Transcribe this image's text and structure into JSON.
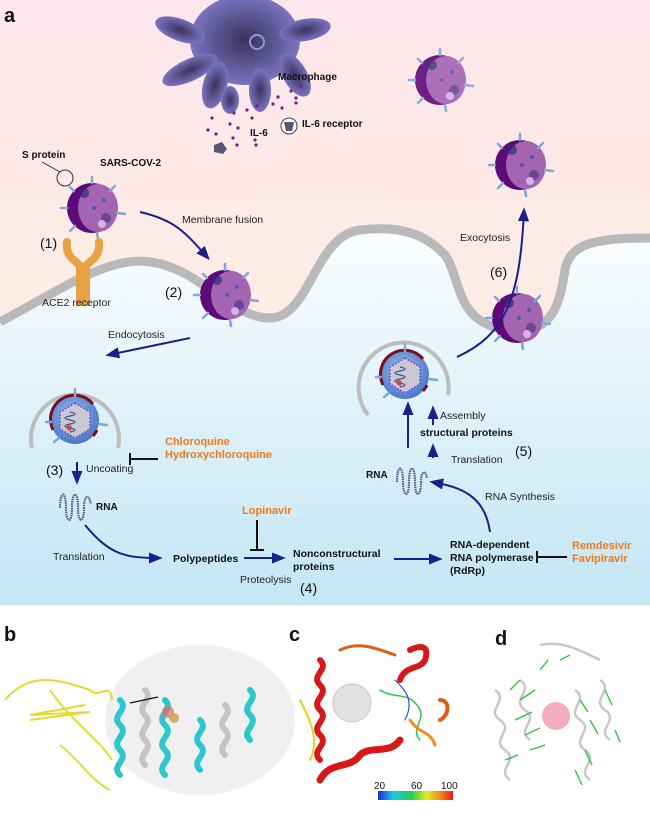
{
  "panel_a": {
    "label": "a",
    "macrophage_label": "Macrophage",
    "il6_label": "IL-6",
    "il6_receptor_label": "IL-6 receptor",
    "s_protein_label": "S protein",
    "virus_label": "SARS-COV-2",
    "ace2_label": "ACE2 receptor",
    "steps": {
      "s1": "(1)",
      "s2": "(2)",
      "s3": "(3)",
      "s4": "(4)",
      "s5": "(5)",
      "s6": "(6)"
    },
    "processes": {
      "membrane_fusion": "Membrane fusion",
      "endocytosis": "Endocytosis",
      "exocytosis": "Exocytosis",
      "uncoating": "Uncoating",
      "translation_left": "Translation",
      "proteolysis": "Proteolysis",
      "rna_synthesis": "RNA Synthesis",
      "translation_right": "Translation",
      "assembly": "Assembly"
    },
    "molecules": {
      "rna_left": "RNA",
      "rna_right": "RNA",
      "polypeptides": "Polypeptides",
      "nonstructural_line1": "Nonconstructural",
      "nonstructural_line2": "proteins",
      "rdrp_line1": "RNA-dependent",
      "rdrp_line2": "RNA polymerase",
      "rdrp_line3": "(RdRp)",
      "structural_proteins": "structural proteins"
    },
    "drugs": {
      "chloroquine": "Chloroquine",
      "hydroxychloroquine": "Hydroxychloroquine",
      "lopinavir": "Lopinavir",
      "remdesivir": "Remdesivir",
      "favipiravir": "Favipiravir"
    },
    "colors": {
      "arrow": "#1a1f8c",
      "drug": "#f07a1a",
      "virus_dark": "#5e0a78",
      "virus_light": "#9b5aaa",
      "spike": "#7fa6dc",
      "ace2": "#e8a246",
      "membrane": "#b8b8b8",
      "extracellular_top": "#fde8ec",
      "extracellular_bottom": "#fdf3dc",
      "cytoplasm_top": "#f8fbfd",
      "cytoplasm_bottom": "#c4e7f5"
    }
  },
  "panel_b": {
    "label": "b"
  },
  "panel_c": {
    "label": "c",
    "colorbar_ticks": [
      "20",
      "60",
      "100"
    ]
  },
  "panel_d": {
    "label": "d"
  }
}
